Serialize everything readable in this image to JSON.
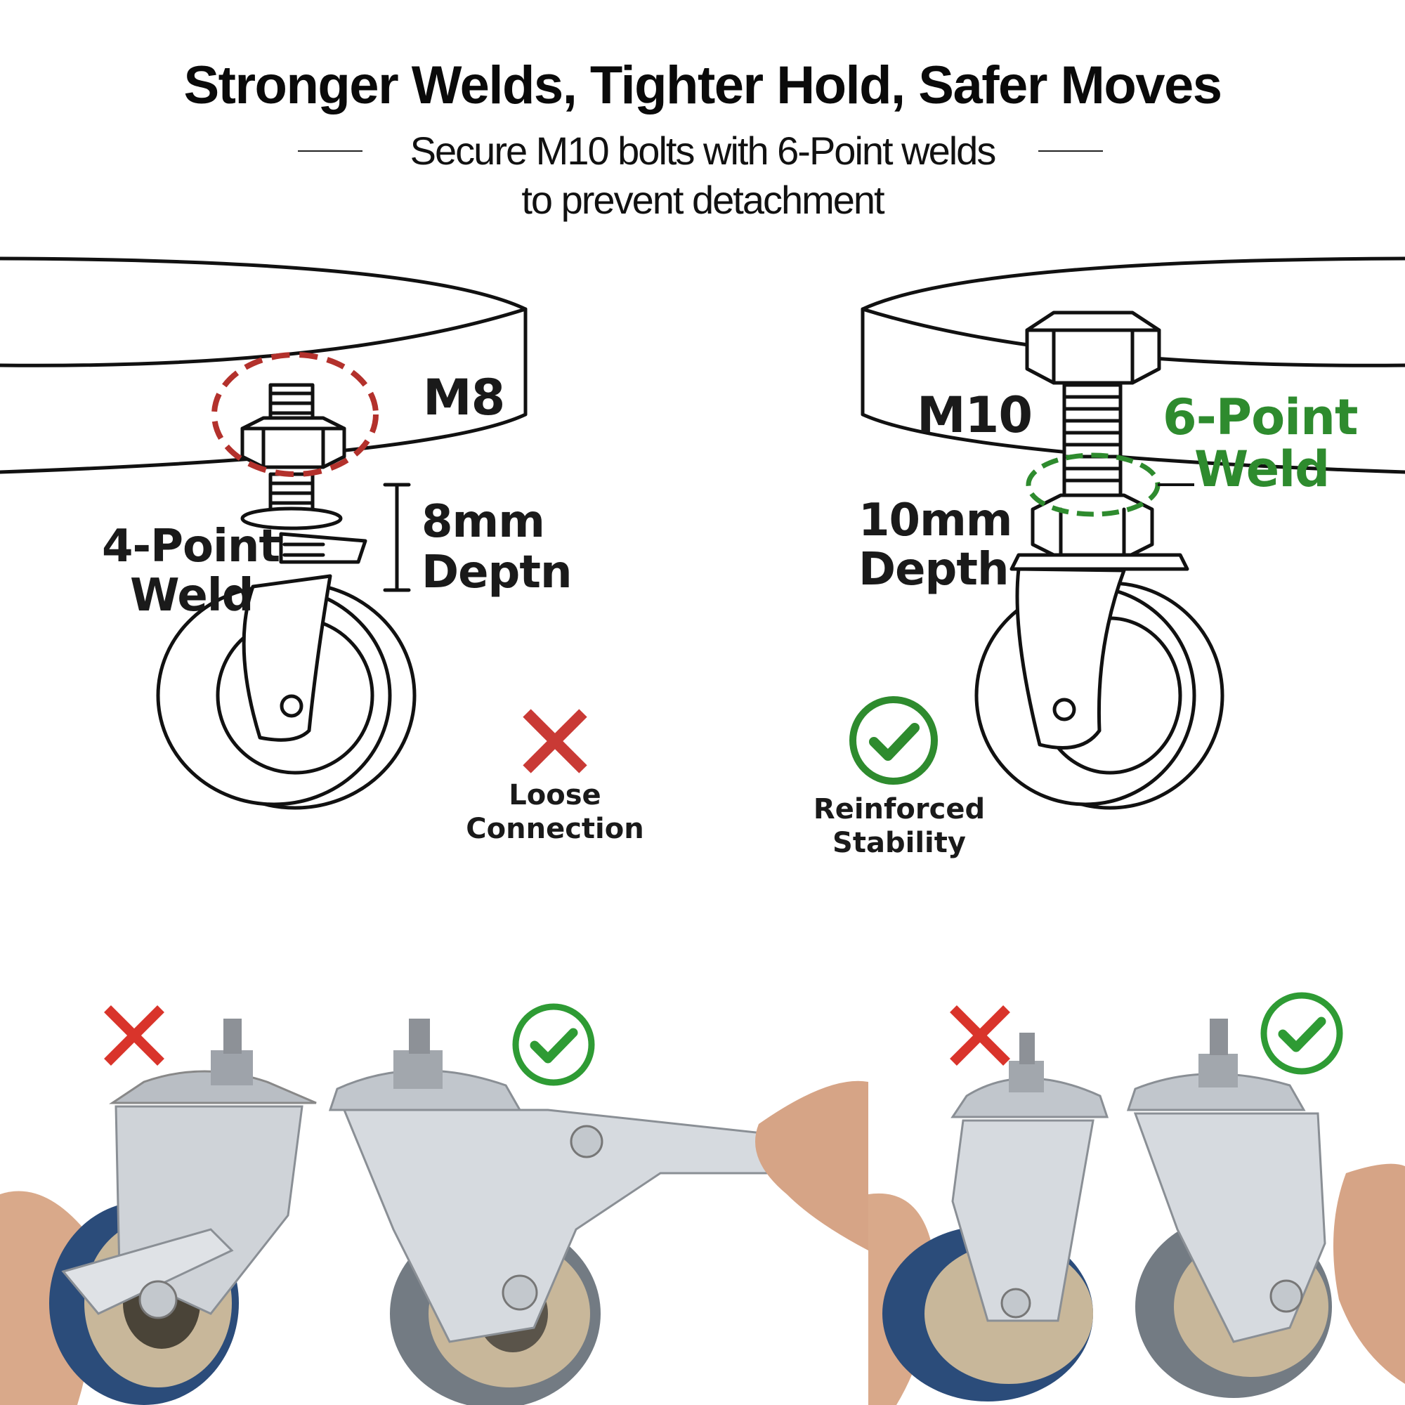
{
  "header": {
    "title": "Stronger Welds, Tighter Hold, Safer Moves",
    "subtitle_line1": "Secure M10 bolts with 6-Point welds",
    "subtitle_line2": "to prevent detachment"
  },
  "left_diagram": {
    "bolt_size": "M8",
    "weld_label_line1": "4-Point",
    "weld_label_line2": "Weld",
    "depth_line1": "8mm",
    "depth_line2": "Deptn",
    "verdict_icon": "red-x-icon",
    "verdict_line1": "Loose",
    "verdict_line2": "Connection",
    "accent_color": "#c0392b"
  },
  "right_diagram": {
    "bolt_size": "M10",
    "weld_label_line1": "6-Point",
    "weld_label_line2": "Weld",
    "depth_line1": "10mm",
    "depth_line2": "Depth",
    "verdict_icon": "green-check-icon",
    "verdict_line1": "Reinforced",
    "verdict_line2": "Stability",
    "accent_color": "#2e8b2e"
  },
  "photos": {
    "left_photo_marks": [
      "red-x-icon",
      "green-check-icon"
    ],
    "right_photo_marks": [
      "red-x-icon",
      "green-check-icon"
    ]
  }
}
